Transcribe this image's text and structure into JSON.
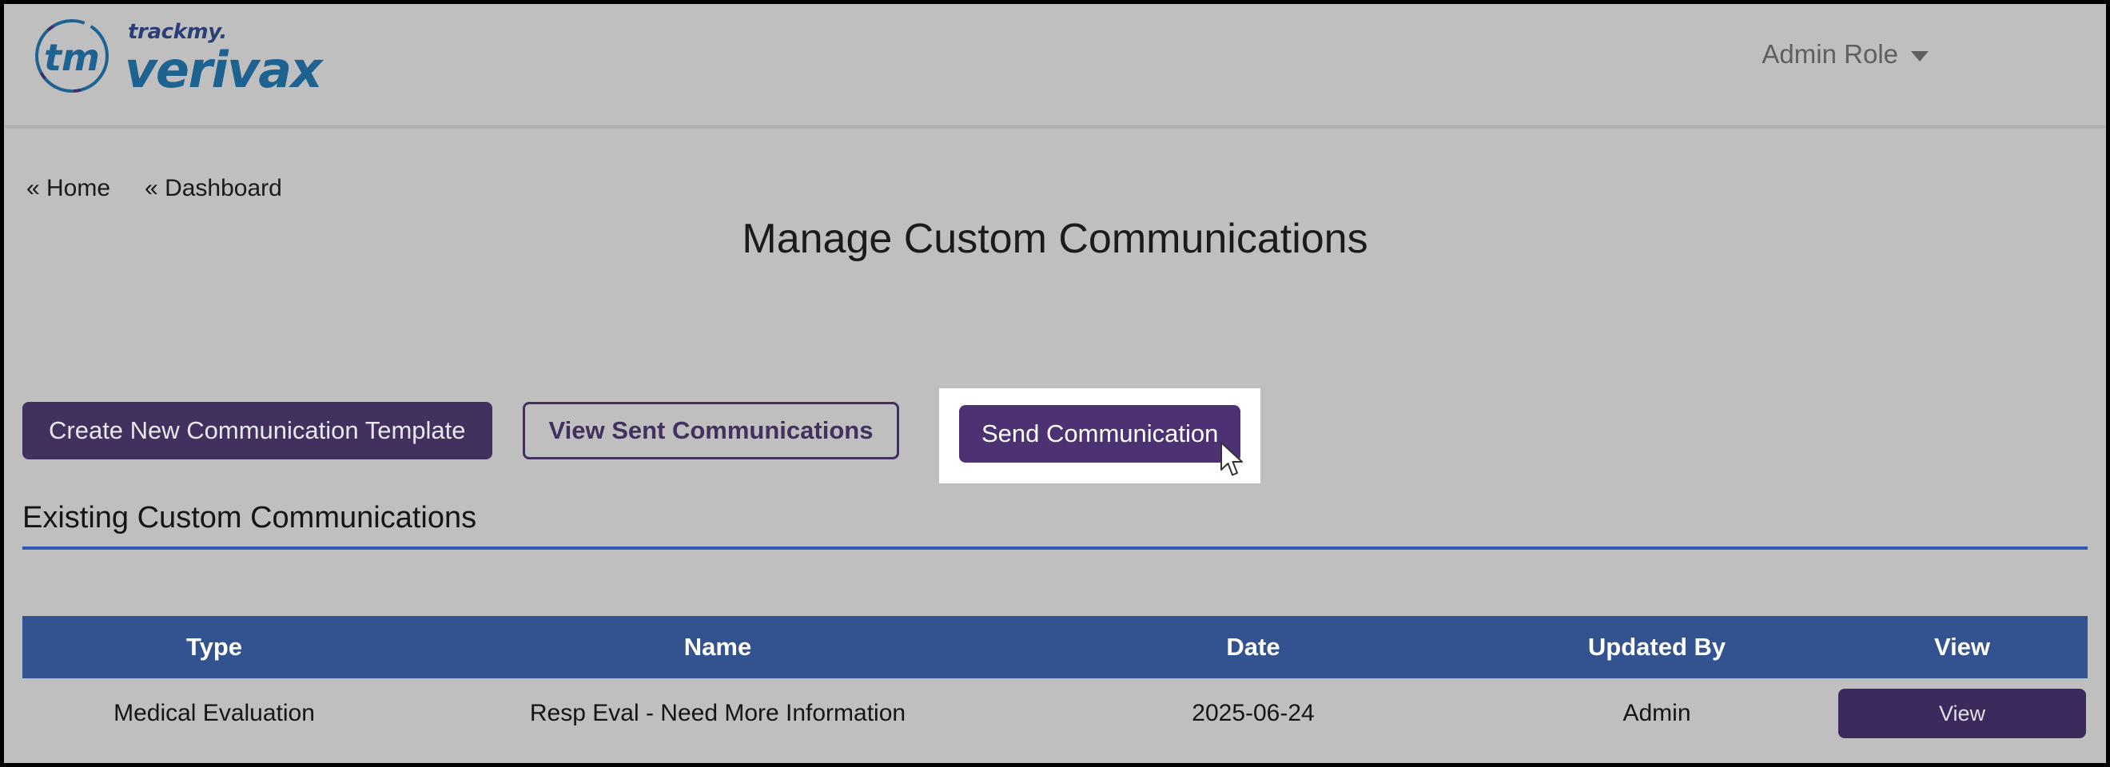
{
  "header": {
    "logo": {
      "mark_text": "tm",
      "brand_small": "trackmy.",
      "brand_large": "verivax"
    },
    "role_menu": {
      "label": "Admin Role",
      "icon": "chevron-down-icon"
    }
  },
  "breadcrumb": {
    "items": [
      {
        "label": "« Home"
      },
      {
        "label": "« Dashboard"
      }
    ]
  },
  "main": {
    "title": "Manage Custom Communications",
    "actions": {
      "create_template": "Create New Communication Template",
      "view_sent": "View Sent Communications",
      "send_communication": "Send Communication"
    },
    "section": {
      "heading": "Existing Custom Communications"
    },
    "table": {
      "columns": [
        "Type",
        "Name",
        "Date",
        "Updated By",
        "View"
      ],
      "rows": [
        {
          "type": "Medical Evaluation",
          "name": "Resp Eval - Need More Information",
          "date": "2025-06-24",
          "updated_by": "Admin",
          "view_label": "View"
        }
      ]
    }
  },
  "colors": {
    "page_background": "#bfbfbf",
    "purple_primary": "#42305e",
    "purple_highlight": "#4c3273",
    "purple_view": "#3c2a5c",
    "table_header_blue": "#335290",
    "rule_blue": "#2f5bb7",
    "brand_blue": "#1d6291",
    "brand_navy": "#2b3f77",
    "highlight_box": "#ffffff"
  }
}
